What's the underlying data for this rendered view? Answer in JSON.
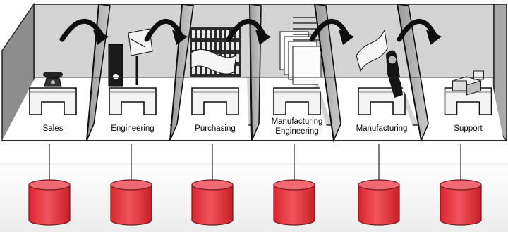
{
  "departments": [
    {
      "label": "Sales",
      "label2": "",
      "prop": "telephone-icon"
    },
    {
      "label": "Engineering",
      "label2": "",
      "prop": "drafting-table-icon"
    },
    {
      "label": "Purchasing",
      "label2": "",
      "prop": "shelving-icon"
    },
    {
      "label": "Manufacturing",
      "label2": "Engineering",
      "prop": "document-stack-icon"
    },
    {
      "label": "Manufacturing",
      "label2": "",
      "prop": "machine-icon"
    },
    {
      "label": "Support",
      "label2": "",
      "prop": "boxes-icon"
    }
  ],
  "colors": {
    "floor": "#ffffff",
    "wall_light": "#cfcfcf",
    "wall_dark": "#8a8a8a",
    "database_fill": "#e83a44",
    "database_top": "#f06872",
    "database_stroke": "#6b1a1f",
    "band": "#f3f3f3"
  }
}
